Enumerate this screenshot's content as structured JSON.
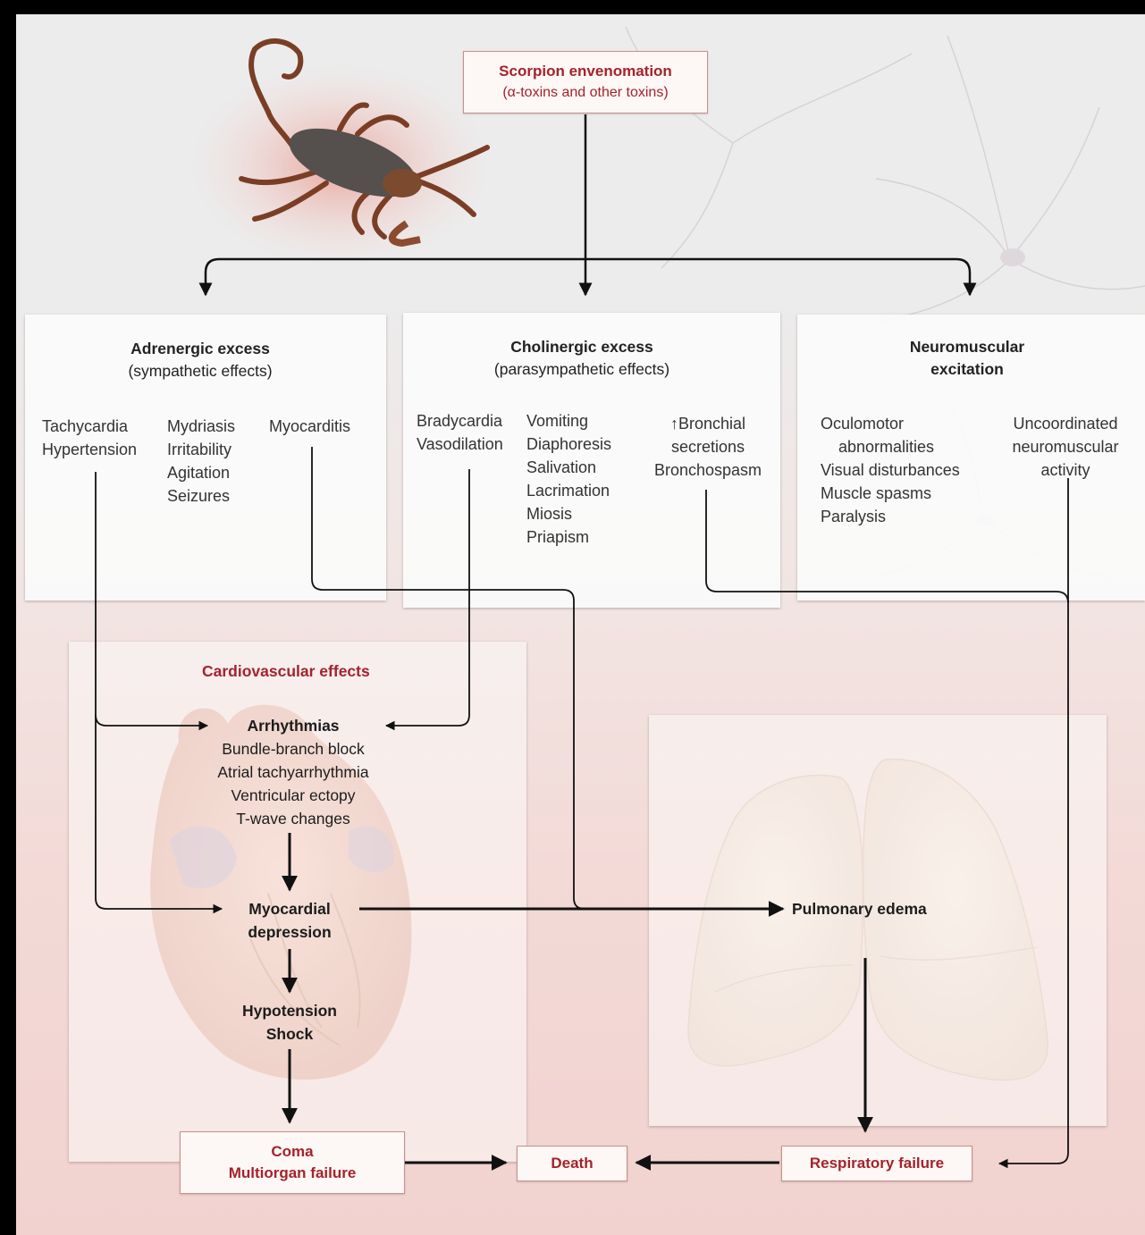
{
  "top_box": {
    "title": "Scorpion envenomation",
    "subtitle": "(α-toxins and other toxins)"
  },
  "adrenergic": {
    "title": "Adrenergic excess",
    "subtitle": "(sympathetic effects)",
    "col1": [
      "Tachycardia",
      "Hypertension"
    ],
    "col2": [
      "Mydriasis",
      "Irritability",
      "Agitation",
      "Seizures"
    ],
    "col3": [
      "Myocarditis"
    ]
  },
  "cholinergic": {
    "title": "Cholinergic excess",
    "subtitle": "(parasympathetic effects)",
    "col1": [
      "Bradycardia",
      "Vasodilation"
    ],
    "col2": [
      "Vomiting",
      "Diaphoresis",
      "Salivation",
      "Lacrimation",
      "Miosis",
      "Priapism"
    ],
    "col3": [
      "↑Bronchial",
      "secretions",
      "Bronchospasm"
    ]
  },
  "neuromuscular": {
    "title_line1": "Neuromuscular",
    "title_line2": "excitation",
    "col1": [
      "Oculomotor",
      "abnormalities",
      "Visual disturbances",
      "Muscle spasms",
      "Paralysis"
    ],
    "col2": [
      "Uncoordinated",
      "neuromuscular",
      "activity"
    ]
  },
  "cardio": {
    "title": "Cardiovascular effects",
    "arrhythmias": "Arrhythmias",
    "arrhythmia_items": [
      "Bundle-branch block",
      "Atrial tachyarrhythmia",
      "Ventricular ectopy",
      "T-wave changes"
    ],
    "myocardial_1": "Myocardial",
    "myocardial_2": "depression",
    "hypotension": "Hypotension",
    "shock": "Shock"
  },
  "pulmonary": {
    "edema": "Pulmonary edema"
  },
  "outcomes": {
    "coma_1": "Coma",
    "coma_2": "Multiorgan failure",
    "death": "Death",
    "respiratory": "Respiratory failure"
  },
  "colors": {
    "accent_red": "#a3232c",
    "arrow": "#111111"
  }
}
